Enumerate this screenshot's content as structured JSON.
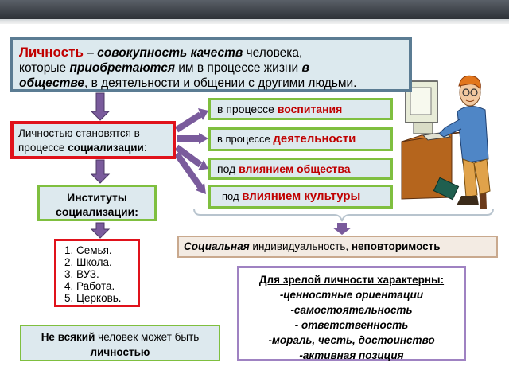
{
  "definition": {
    "term": "Личность",
    "dash": " – ",
    "qualities": "совокупность качеств",
    "rest1": " человека,",
    "line2a": "которые ",
    "acquired": "приобретаются",
    "line2b": " им в процессе жизни ",
    "in_word": "в",
    "society": "обществе",
    "line3b": ", в деятельности и общении с другими людьми."
  },
  "socialization": {
    "text1": "Личностью становятся в",
    "text2": "процессе ",
    "bold": "социализации",
    "colon": ":"
  },
  "ways": [
    {
      "prefix": "в процессе ",
      "accent": "воспитания"
    },
    {
      "prefix": "в процессе  ",
      "accent": "деятельности"
    },
    {
      "prefix": "под ",
      "accent": "влиянием общества"
    },
    {
      "prefix": "под ",
      "accent": "влиянием культуры"
    }
  ],
  "institutes": {
    "line1": "Институты",
    "line2": "социализации:"
  },
  "institutes_list": [
    "1. Семья.",
    "2. Школа.",
    "3. ВУЗ.",
    "4. Работа.",
    "5. Церковь."
  ],
  "social": {
    "lead": "Социальная",
    "mid": " индивидуальность, ",
    "tail": "неповторимость"
  },
  "mature": {
    "title": "Для зрелой личности характерны:",
    "items": [
      "-ценностные ориентации",
      "-самостоятельность",
      "- ответственность",
      "-мораль, честь, достоинство",
      "-активная позиция"
    ]
  },
  "not_every": {
    "bold1": "Не всякий",
    "mid": " человек может быть",
    "bold2": "личностью"
  },
  "colors": {
    "accent_red": "#c00000",
    "frame_blue": "#5b7c93",
    "arrow_purple": "#7a5b9c",
    "frame_green": "#7fbf3f"
  }
}
